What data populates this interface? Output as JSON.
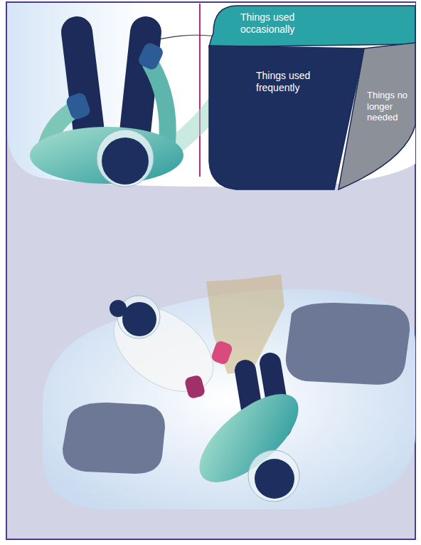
{
  "diagram": {
    "nodes": [
      {
        "text": [
          "Things used occasionally"
        ]
      },
      {
        "text": [
          "Things used frequently"
        ]
      },
      {
        "text": [
          "Things no longer needed"
        ]
      }
    ]
  }
}
